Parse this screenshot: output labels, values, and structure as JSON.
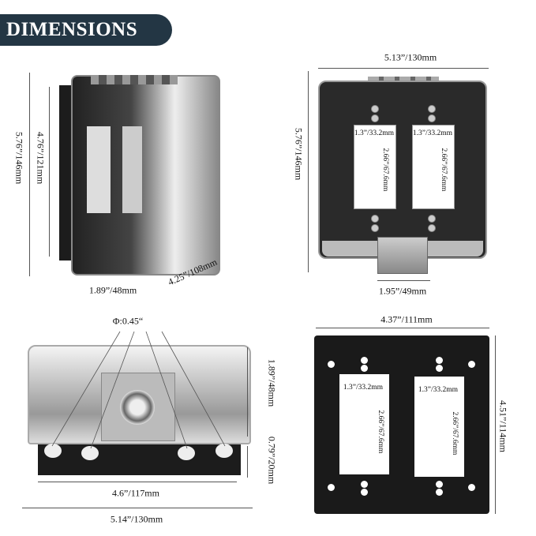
{
  "title": "DIMENSIONS",
  "views": {
    "side": {
      "height_total": "5.76”/146mm",
      "height_inner": "4.76”/121mm",
      "depth": "1.89”/48mm",
      "width": "4.25”/108mm"
    },
    "front": {
      "width": "5.13”/130mm",
      "height": "5.76”/146mm",
      "lock_width": "1.95”/49mm",
      "opening_width": "1.3”/33.2mm",
      "opening_height": "2.66”/67.6mm"
    },
    "bottom": {
      "hole_diameter": "Φ:0.45“",
      "cover_height": "1.89”/48mm",
      "base_height": "0.79”/20mm",
      "inner_width": "4.6”/117mm",
      "outer_width": "5.14”/130mm"
    },
    "gasket": {
      "width": "4.37”/111mm",
      "height": "4.51”/114mm",
      "opening_width": "1.3”/33.2mm",
      "opening_height": "2.66”/67.6mm"
    }
  },
  "colors": {
    "badge": "#233644",
    "gasket": "#1a1a1a"
  }
}
